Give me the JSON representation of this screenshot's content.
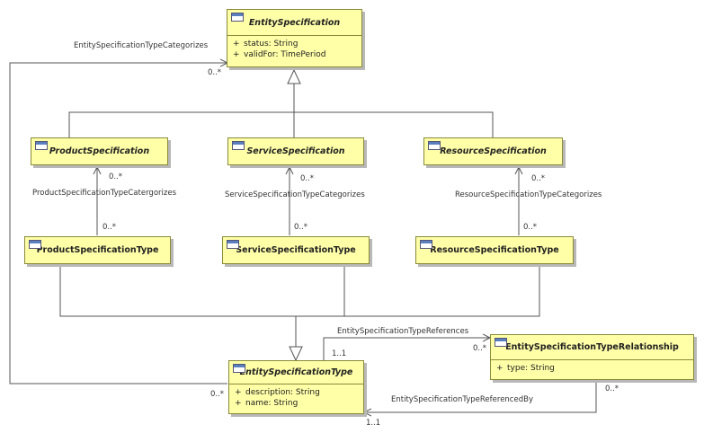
{
  "classes": {
    "entity_spec": {
      "name": "EntitySpecification",
      "attributes": [
        {
          "vis": "+",
          "text": "status: String"
        },
        {
          "vis": "+",
          "text": "validFor: TimePeriod"
        }
      ]
    },
    "product_spec": {
      "name": "ProductSpecification"
    },
    "service_spec": {
      "name": "ServiceSpecification"
    },
    "resource_spec": {
      "name": "ResourceSpecification"
    },
    "product_spec_type": {
      "name": "ProductSpecificationType"
    },
    "service_spec_type": {
      "name": "ServiceSpecificationType"
    },
    "resource_spec_type": {
      "name": "ResourceSpecificationType"
    },
    "entity_spec_type": {
      "name": "EntitySpecificationType",
      "attributes": [
        {
          "vis": "+",
          "text": "description: String"
        },
        {
          "vis": "+",
          "text": "name: String"
        }
      ]
    },
    "entity_spec_type_rel": {
      "name": "EntitySpecificationTypeRelationship",
      "attributes": [
        {
          "vis": "+",
          "text": "type: String"
        }
      ]
    }
  },
  "associations": {
    "entity_categorizes": {
      "name": "EntitySpecificationTypeCategorizes",
      "mult_end": "0..*",
      "mult_start": "0..*"
    },
    "product_categorizes": {
      "name": "ProductSpecificationTypeCatergorizes",
      "mult_top": "0..*",
      "mult_bottom": "0..*"
    },
    "service_categorizes": {
      "name": "ServiceSpecificationTypeCategorizes",
      "mult_top": "0..*",
      "mult_bottom": "0..*"
    },
    "resource_categorizes": {
      "name": "ResourceSpecificationTypeCategorizes",
      "mult_top": "0..*",
      "mult_bottom": "0..*"
    },
    "type_references": {
      "name": "EntitySpecificationTypeReferences",
      "mult_source": "1..1",
      "mult_target": "0..*"
    },
    "type_referenced_by": {
      "name": "EntitySpecificationTypeReferencedBy",
      "mult_source": "0..*",
      "mult_target": "1..1"
    }
  }
}
